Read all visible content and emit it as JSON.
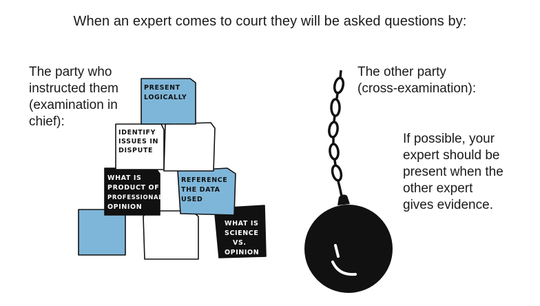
{
  "title": "When an expert comes to court they will be asked questions by:",
  "left_party": {
    "lines": [
      "The party who",
      "instructed them",
      "(examination in",
      "chief):"
    ]
  },
  "right_party": {
    "lines": [
      "The other party",
      "(cross-examination):"
    ]
  },
  "note": {
    "lines": [
      "If possible, your",
      "expert should be",
      "present when the",
      "other expert",
      "gives evidence."
    ]
  },
  "cubes": {
    "present_logically": [
      "PRESENT",
      "LOGICALLY"
    ],
    "identify_issues": [
      "IDENTIFY",
      "ISSUES IN",
      "DISPUTE"
    ],
    "professional_opinion": [
      "WHAT IS",
      "PRODUCT OF",
      "PROFESSIONAL",
      "OPINION"
    ],
    "reference_data": [
      "REFERENCE",
      "THE DATA",
      "USED"
    ],
    "science_vs_opinion": [
      "WHAT IS",
      "SCIENCE",
      "VS.",
      "OPINION"
    ]
  },
  "colors": {
    "blue": "#7eb6d9",
    "black": "#111111",
    "white": "#ffffff"
  },
  "icons": [
    "wrecking-ball-icon",
    "chain-icon"
  ]
}
